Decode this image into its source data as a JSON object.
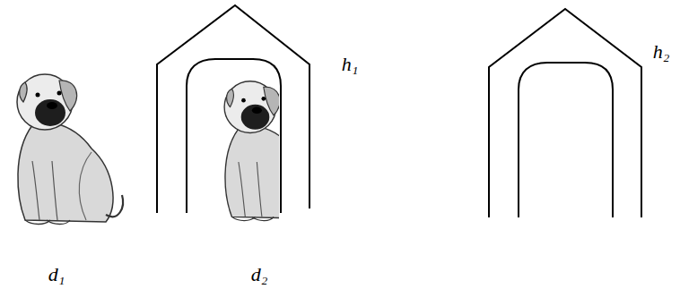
{
  "diagram": {
    "labels": [
      "d₁",
      "d₂",
      "h₁",
      "h₂"
    ]
  }
}
